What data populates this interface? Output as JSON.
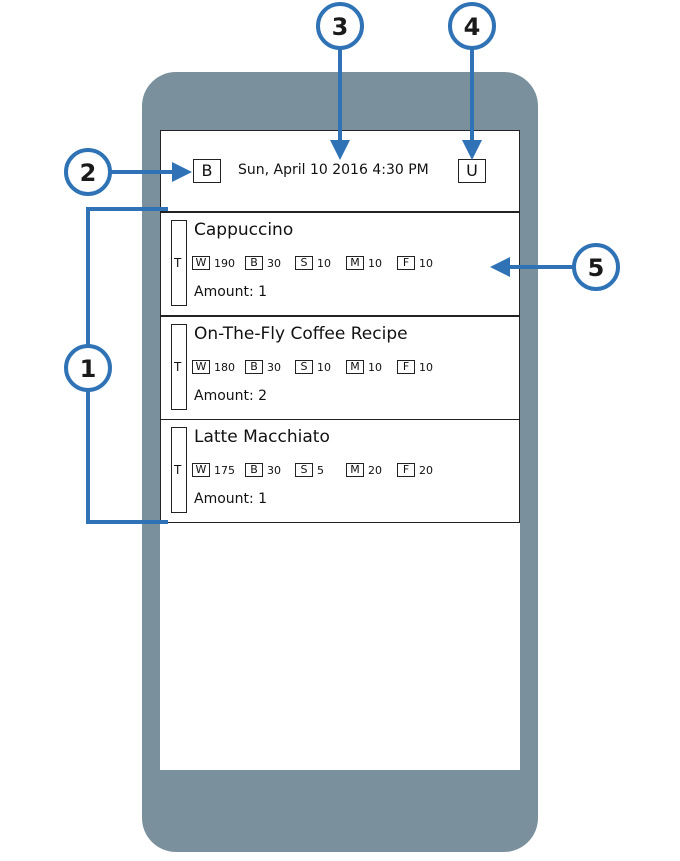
{
  "header": {
    "back_label": "B",
    "datetime": "Sun, April 10 2016 4:30 PM",
    "user_label": "U"
  },
  "orders": [
    {
      "title": "Cappuccino",
      "type_label": "T",
      "ingredients": [
        {
          "code": "W",
          "value": "190"
        },
        {
          "code": "B",
          "value": "30"
        },
        {
          "code": "S",
          "value": "10"
        },
        {
          "code": "M",
          "value": "10"
        },
        {
          "code": "F",
          "value": "10"
        }
      ],
      "amount": "Amount: 1"
    },
    {
      "title": "On-The-Fly Coffee Recipe",
      "type_label": "T",
      "ingredients": [
        {
          "code": "W",
          "value": "180"
        },
        {
          "code": "B",
          "value": "30"
        },
        {
          "code": "S",
          "value": "10"
        },
        {
          "code": "M",
          "value": "10"
        },
        {
          "code": "F",
          "value": "10"
        }
      ],
      "amount": "Amount: 2"
    },
    {
      "title": "Latte Macchiato",
      "type_label": "T",
      "ingredients": [
        {
          "code": "W",
          "value": "175"
        },
        {
          "code": "B",
          "value": "30"
        },
        {
          "code": "S",
          "value": "5"
        },
        {
          "code": "M",
          "value": "20"
        },
        {
          "code": "F",
          "value": "20"
        }
      ],
      "amount": "Amount: 1"
    }
  ],
  "callouts": {
    "c1": "1",
    "c2": "2",
    "c3": "3",
    "c4": "4",
    "c5": "5"
  },
  "colors": {
    "callout": "#2f73b6",
    "phone": "#7a909c"
  }
}
